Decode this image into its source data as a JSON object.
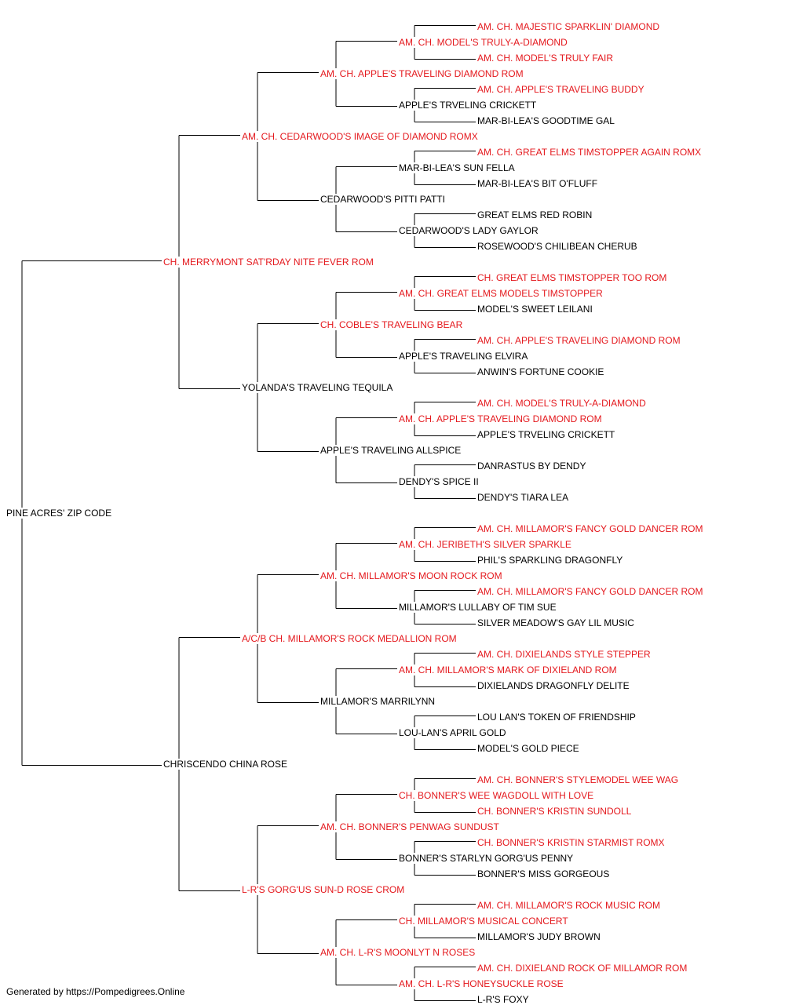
{
  "colors": {
    "titled": "#e4181d",
    "untitled": "#000000",
    "lines": "#000000"
  },
  "pedigree": {
    "name": "PINE ACRES' ZIP CODE",
    "titled": false,
    "sire": {
      "name": "CH. MERRYMONT SAT'RDAY NITE FEVER ROM",
      "titled": true,
      "sire": {
        "name": "AM. CH. CEDARWOOD'S IMAGE OF DIAMOND ROMX",
        "titled": true,
        "sire": {
          "name": "AM. CH. APPLE'S TRAVELING DIAMOND ROM",
          "titled": true,
          "sire": {
            "name": "AM. CH. MODEL'S TRULY-A-DIAMOND",
            "titled": true,
            "sire": {
              "name": "AM. CH. MAJESTIC SPARKLIN' DIAMOND",
              "titled": true
            },
            "dam": {
              "name": "AM. CH. MODEL'S TRULY FAIR",
              "titled": true
            }
          },
          "dam": {
            "name": "APPLE'S TRVELING CRICKETT",
            "titled": false,
            "sire": {
              "name": "AM. CH. APPLE'S TRAVELING BUDDY",
              "titled": true
            },
            "dam": {
              "name": "MAR-BI-LEA'S GOODTIME GAL",
              "titled": false
            }
          }
        },
        "dam": {
          "name": "CEDARWOOD'S PITTI PATTI",
          "titled": false,
          "sire": {
            "name": "MAR-BI-LEA'S SUN FELLA",
            "titled": false,
            "sire": {
              "name": "AM. CH. GREAT ELMS TIMSTOPPER AGAIN ROMX",
              "titled": true
            },
            "dam": {
              "name": "MAR-BI-LEA'S BIT O'FLUFF",
              "titled": false
            }
          },
          "dam": {
            "name": "CEDARWOOD'S LADY GAYLOR",
            "titled": false,
            "sire": {
              "name": "GREAT ELMS RED ROBIN",
              "titled": false
            },
            "dam": {
              "name": "ROSEWOOD'S CHILIBEAN CHERUB",
              "titled": false
            }
          }
        }
      },
      "dam": {
        "name": "YOLANDA'S TRAVELING TEQUILA",
        "titled": false,
        "sire": {
          "name": "CH. COBLE'S TRAVELING BEAR",
          "titled": true,
          "sire": {
            "name": "AM. CH. GREAT ELMS MODELS TIMSTOPPER",
            "titled": true,
            "sire": {
              "name": "CH. GREAT ELMS TIMSTOPPER TOO ROM",
              "titled": true
            },
            "dam": {
              "name": "MODEL'S SWEET LEILANI",
              "titled": false
            }
          },
          "dam": {
            "name": "APPLE'S TRAVELING ELVIRA",
            "titled": false,
            "sire": {
              "name": "AM. CH. APPLE'S TRAVELING DIAMOND ROM",
              "titled": true
            },
            "dam": {
              "name": "ANWIN'S FORTUNE COOKIE",
              "titled": false
            }
          }
        },
        "dam": {
          "name": "APPLE'S TRAVELING ALLSPICE",
          "titled": false,
          "sire": {
            "name": "AM. CH. APPLE'S TRAVELING DIAMOND ROM",
            "titled": true,
            "sire": {
              "name": "AM. CH. MODEL'S TRULY-A-DIAMOND",
              "titled": true
            },
            "dam": {
              "name": "APPLE'S TRVELING CRICKETT",
              "titled": false
            }
          },
          "dam": {
            "name": "DENDY'S SPICE II",
            "titled": false,
            "sire": {
              "name": "DANRASTUS BY DENDY",
              "titled": false
            },
            "dam": {
              "name": "DENDY'S TIARA LEA",
              "titled": false
            }
          }
        }
      }
    },
    "dam": {
      "name": "CHRISCENDO CHINA ROSE",
      "titled": false,
      "sire": {
        "name": "A/C/B CH. MILLAMOR'S ROCK MEDALLION ROM",
        "titled": true,
        "sire": {
          "name": "AM. CH. MILLAMOR'S MOON ROCK ROM",
          "titled": true,
          "sire": {
            "name": "AM. CH. JERIBETH'S SILVER SPARKLE",
            "titled": true,
            "sire": {
              "name": "AM. CH. MILLAMOR'S FANCY GOLD DANCER ROM",
              "titled": true
            },
            "dam": {
              "name": "PHIL'S SPARKLING DRAGONFLY",
              "titled": false
            }
          },
          "dam": {
            "name": "MILLAMOR'S LULLABY OF TIM SUE",
            "titled": false,
            "sire": {
              "name": "AM. CH. MILLAMOR'S FANCY GOLD DANCER ROM",
              "titled": true
            },
            "dam": {
              "name": "SILVER MEADOW'S GAY LIL MUSIC",
              "titled": false
            }
          }
        },
        "dam": {
          "name": "MILLAMOR'S MARRILYNN",
          "titled": false,
          "sire": {
            "name": "AM. CH. MILLAMOR'S MARK OF DIXIELAND ROM",
            "titled": true,
            "sire": {
              "name": "AM. CH. DIXIELANDS STYLE STEPPER",
              "titled": true
            },
            "dam": {
              "name": "DIXIELANDS DRAGONFLY DELITE",
              "titled": false
            }
          },
          "dam": {
            "name": "LOU-LAN'S APRIL GOLD",
            "titled": false,
            "sire": {
              "name": "LOU LAN'S TOKEN OF FRIENDSHIP",
              "titled": false
            },
            "dam": {
              "name": "MODEL'S GOLD PIECE",
              "titled": false
            }
          }
        }
      },
      "dam": {
        "name": "L-R'S GORG'US SUN-D ROSE CROM",
        "titled": true,
        "sire": {
          "name": "AM. CH. BONNER'S PENWAG SUNDUST",
          "titled": true,
          "sire": {
            "name": "CH. BONNER'S WEE WAGDOLL WITH LOVE",
            "titled": true,
            "sire": {
              "name": "AM. CH. BONNER'S STYLEMODEL WEE WAG",
              "titled": true
            },
            "dam": {
              "name": "CH. BONNER'S KRISTIN SUNDOLL",
              "titled": true
            }
          },
          "dam": {
            "name": "BONNER'S STARLYN GORG'US PENNY",
            "titled": false,
            "sire": {
              "name": "CH. BONNER'S KRISTIN STARMIST ROMX",
              "titled": true
            },
            "dam": {
              "name": "BONNER'S MISS GORGEOUS",
              "titled": false
            }
          }
        },
        "dam": {
          "name": "AM. CH. L-R'S MOONLYT N ROSES",
          "titled": true,
          "sire": {
            "name": "CH. MILLAMOR'S MUSICAL CONCERT",
            "titled": true,
            "sire": {
              "name": "AM. CH. MILLAMOR'S ROCK MUSIC ROM",
              "titled": true
            },
            "dam": {
              "name": "MILLAMOR'S JUDY BROWN",
              "titled": false
            }
          },
          "dam": {
            "name": "AM. CH. L-R'S HONEYSUCKLE ROSE",
            "titled": true,
            "sire": {
              "name": "AM. CH. DIXIELAND ROCK OF MILLAMOR ROM",
              "titled": true
            },
            "dam": {
              "name": "L-R'S FOXY",
              "titled": false
            }
          }
        }
      }
    }
  },
  "footer": "Generated by https://Pompedigrees.Online"
}
